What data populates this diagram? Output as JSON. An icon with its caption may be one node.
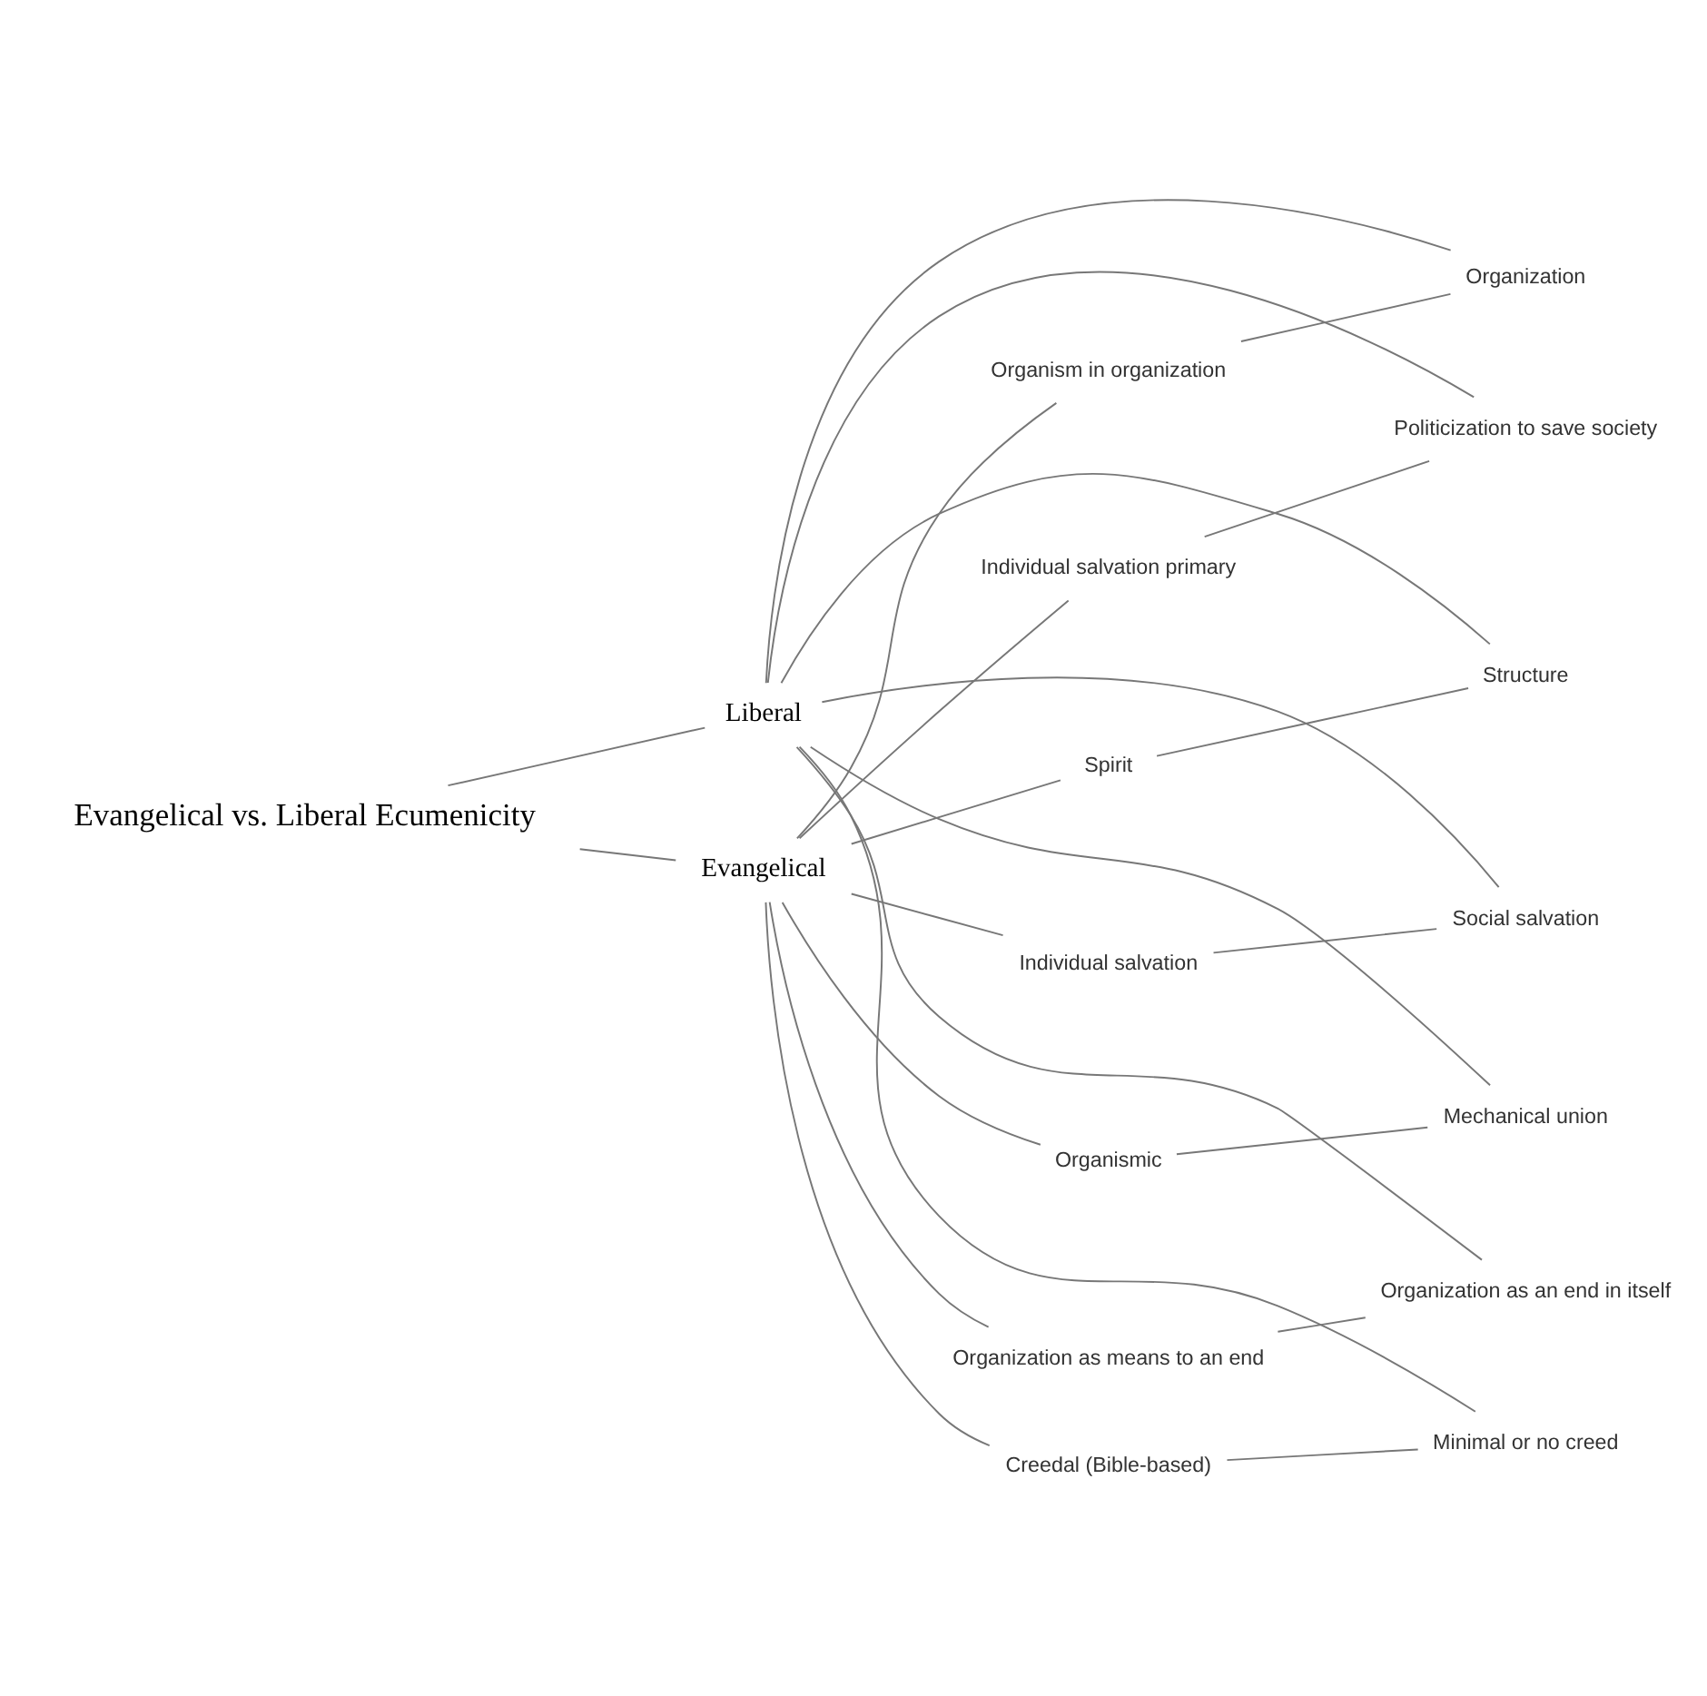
{
  "diagram": {
    "nodes": [
      {
        "text": [
          "Evangelical vs. Liberal Ecumenicity"
        ]
      },
      {
        "text": [
          "Evangelical"
        ]
      },
      {
        "text": [
          "Liberal"
        ]
      },
      {
        "text": [
          "Organism in organization"
        ]
      },
      {
        "text": [
          "Organismic"
        ]
      },
      {
        "text": [
          "Spirit"
        ]
      },
      {
        "text": [
          "Organization as means to an end"
        ]
      },
      {
        "text": [
          "Creedal (Bible-based)"
        ]
      },
      {
        "text": [
          "Individual salvation"
        ]
      },
      {
        "text": [
          "Individual salvation primary"
        ]
      },
      {
        "text": [
          "Organization"
        ]
      },
      {
        "text": [
          "Mechanical union"
        ]
      },
      {
        "text": [
          "Structure"
        ]
      },
      {
        "text": [
          "Organization as an end in itself"
        ]
      },
      {
        "text": [
          "Minimal or no creed"
        ]
      },
      {
        "text": [
          "Social salvation"
        ]
      },
      {
        "text": [
          "Politicization to save society"
        ]
      }
    ],
    "edges": [
      {
        "from": 0,
        "to": 1,
        "arrow": "none"
      },
      {
        "from": 0,
        "to": 2,
        "arrow": "none"
      },
      {
        "from": 1,
        "to": 3,
        "arrow": "none"
      },
      {
        "from": 1,
        "to": 4,
        "arrow": "none"
      },
      {
        "from": 1,
        "to": 5,
        "arrow": "none"
      },
      {
        "from": 1,
        "to": 6,
        "arrow": "none"
      },
      {
        "from": 1,
        "to": 7,
        "arrow": "none"
      },
      {
        "from": 1,
        "to": 8,
        "arrow": "none"
      },
      {
        "from": 1,
        "to": 9,
        "arrow": "none"
      },
      {
        "from": 2,
        "to": 10,
        "arrow": "none"
      },
      {
        "from": 2,
        "to": 11,
        "arrow": "none"
      },
      {
        "from": 2,
        "to": 12,
        "arrow": "none"
      },
      {
        "from": 2,
        "to": 13,
        "arrow": "none"
      },
      {
        "from": 2,
        "to": 14,
        "arrow": "none"
      },
      {
        "from": 2,
        "to": 15,
        "arrow": "none"
      },
      {
        "from": 2,
        "to": 16,
        "arrow": "none"
      },
      {
        "from": 3,
        "to": 10,
        "arrow": "none"
      },
      {
        "from": 4,
        "to": 11,
        "arrow": "none"
      },
      {
        "from": 5,
        "to": 12,
        "arrow": "none"
      },
      {
        "from": 6,
        "to": 13,
        "arrow": "none"
      },
      {
        "from": 7,
        "to": 14,
        "arrow": "none"
      },
      {
        "from": 8,
        "to": 15,
        "arrow": "none"
      },
      {
        "from": 9,
        "to": 16,
        "arrow": "none"
      }
    ]
  }
}
